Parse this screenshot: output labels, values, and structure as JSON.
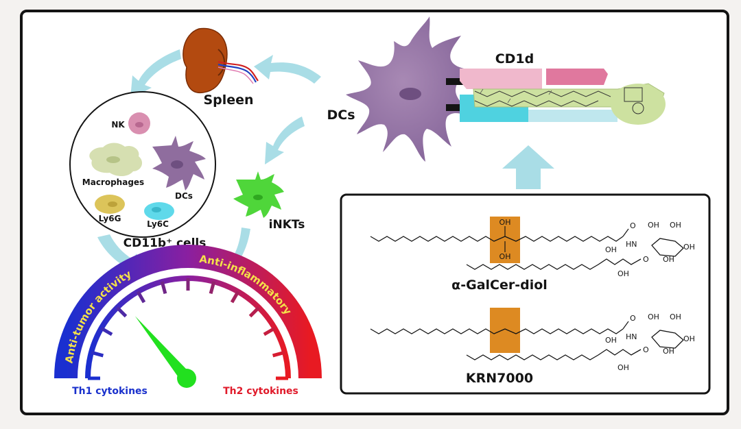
{
  "labels": {
    "spleen": "Spleen",
    "dcs_main": "DCs",
    "cd1d": "CD1d",
    "nk": "NK",
    "macrophages": "Macrophages",
    "dcs_small": "DCs",
    "ly6g": "Ly6G",
    "ly6c": "Ly6C",
    "cd11b_cells": "CD11b⁺ cells",
    "inkts": "iNKTs",
    "anti_tumor": "Anti-tumor activity",
    "anti_inflammatory": "Anti-inflammatory",
    "th1": "Th1 cytokines",
    "th2": "Th2 cytokines",
    "diol_name": "α-GalCer-diol",
    "krn_name": "KRN7000",
    "oh": "OH",
    "hn": "HN",
    "o": "O"
  },
  "colors": {
    "frame": "#141414",
    "arrow": "#a9dde6",
    "dc_cell": "#8f6d9e",
    "spleen": "#b34a10",
    "nk": "#d98fb0",
    "macrophage": "#d2dca8",
    "ly6g": "#dcc45a",
    "ly6c": "#5fd9ea",
    "inkt": "#4fd63a",
    "highlight": "#dd8a22",
    "needle": "#22e01f",
    "th1_blue": "#1930cc",
    "th2_red": "#e01a2a",
    "cd1d_pink": "#eaa9c2",
    "cd1d_cyan": "#5cd6e2",
    "lipid_green": "#cfe3a3"
  },
  "gauge": {
    "needle_level": 0.28
  }
}
